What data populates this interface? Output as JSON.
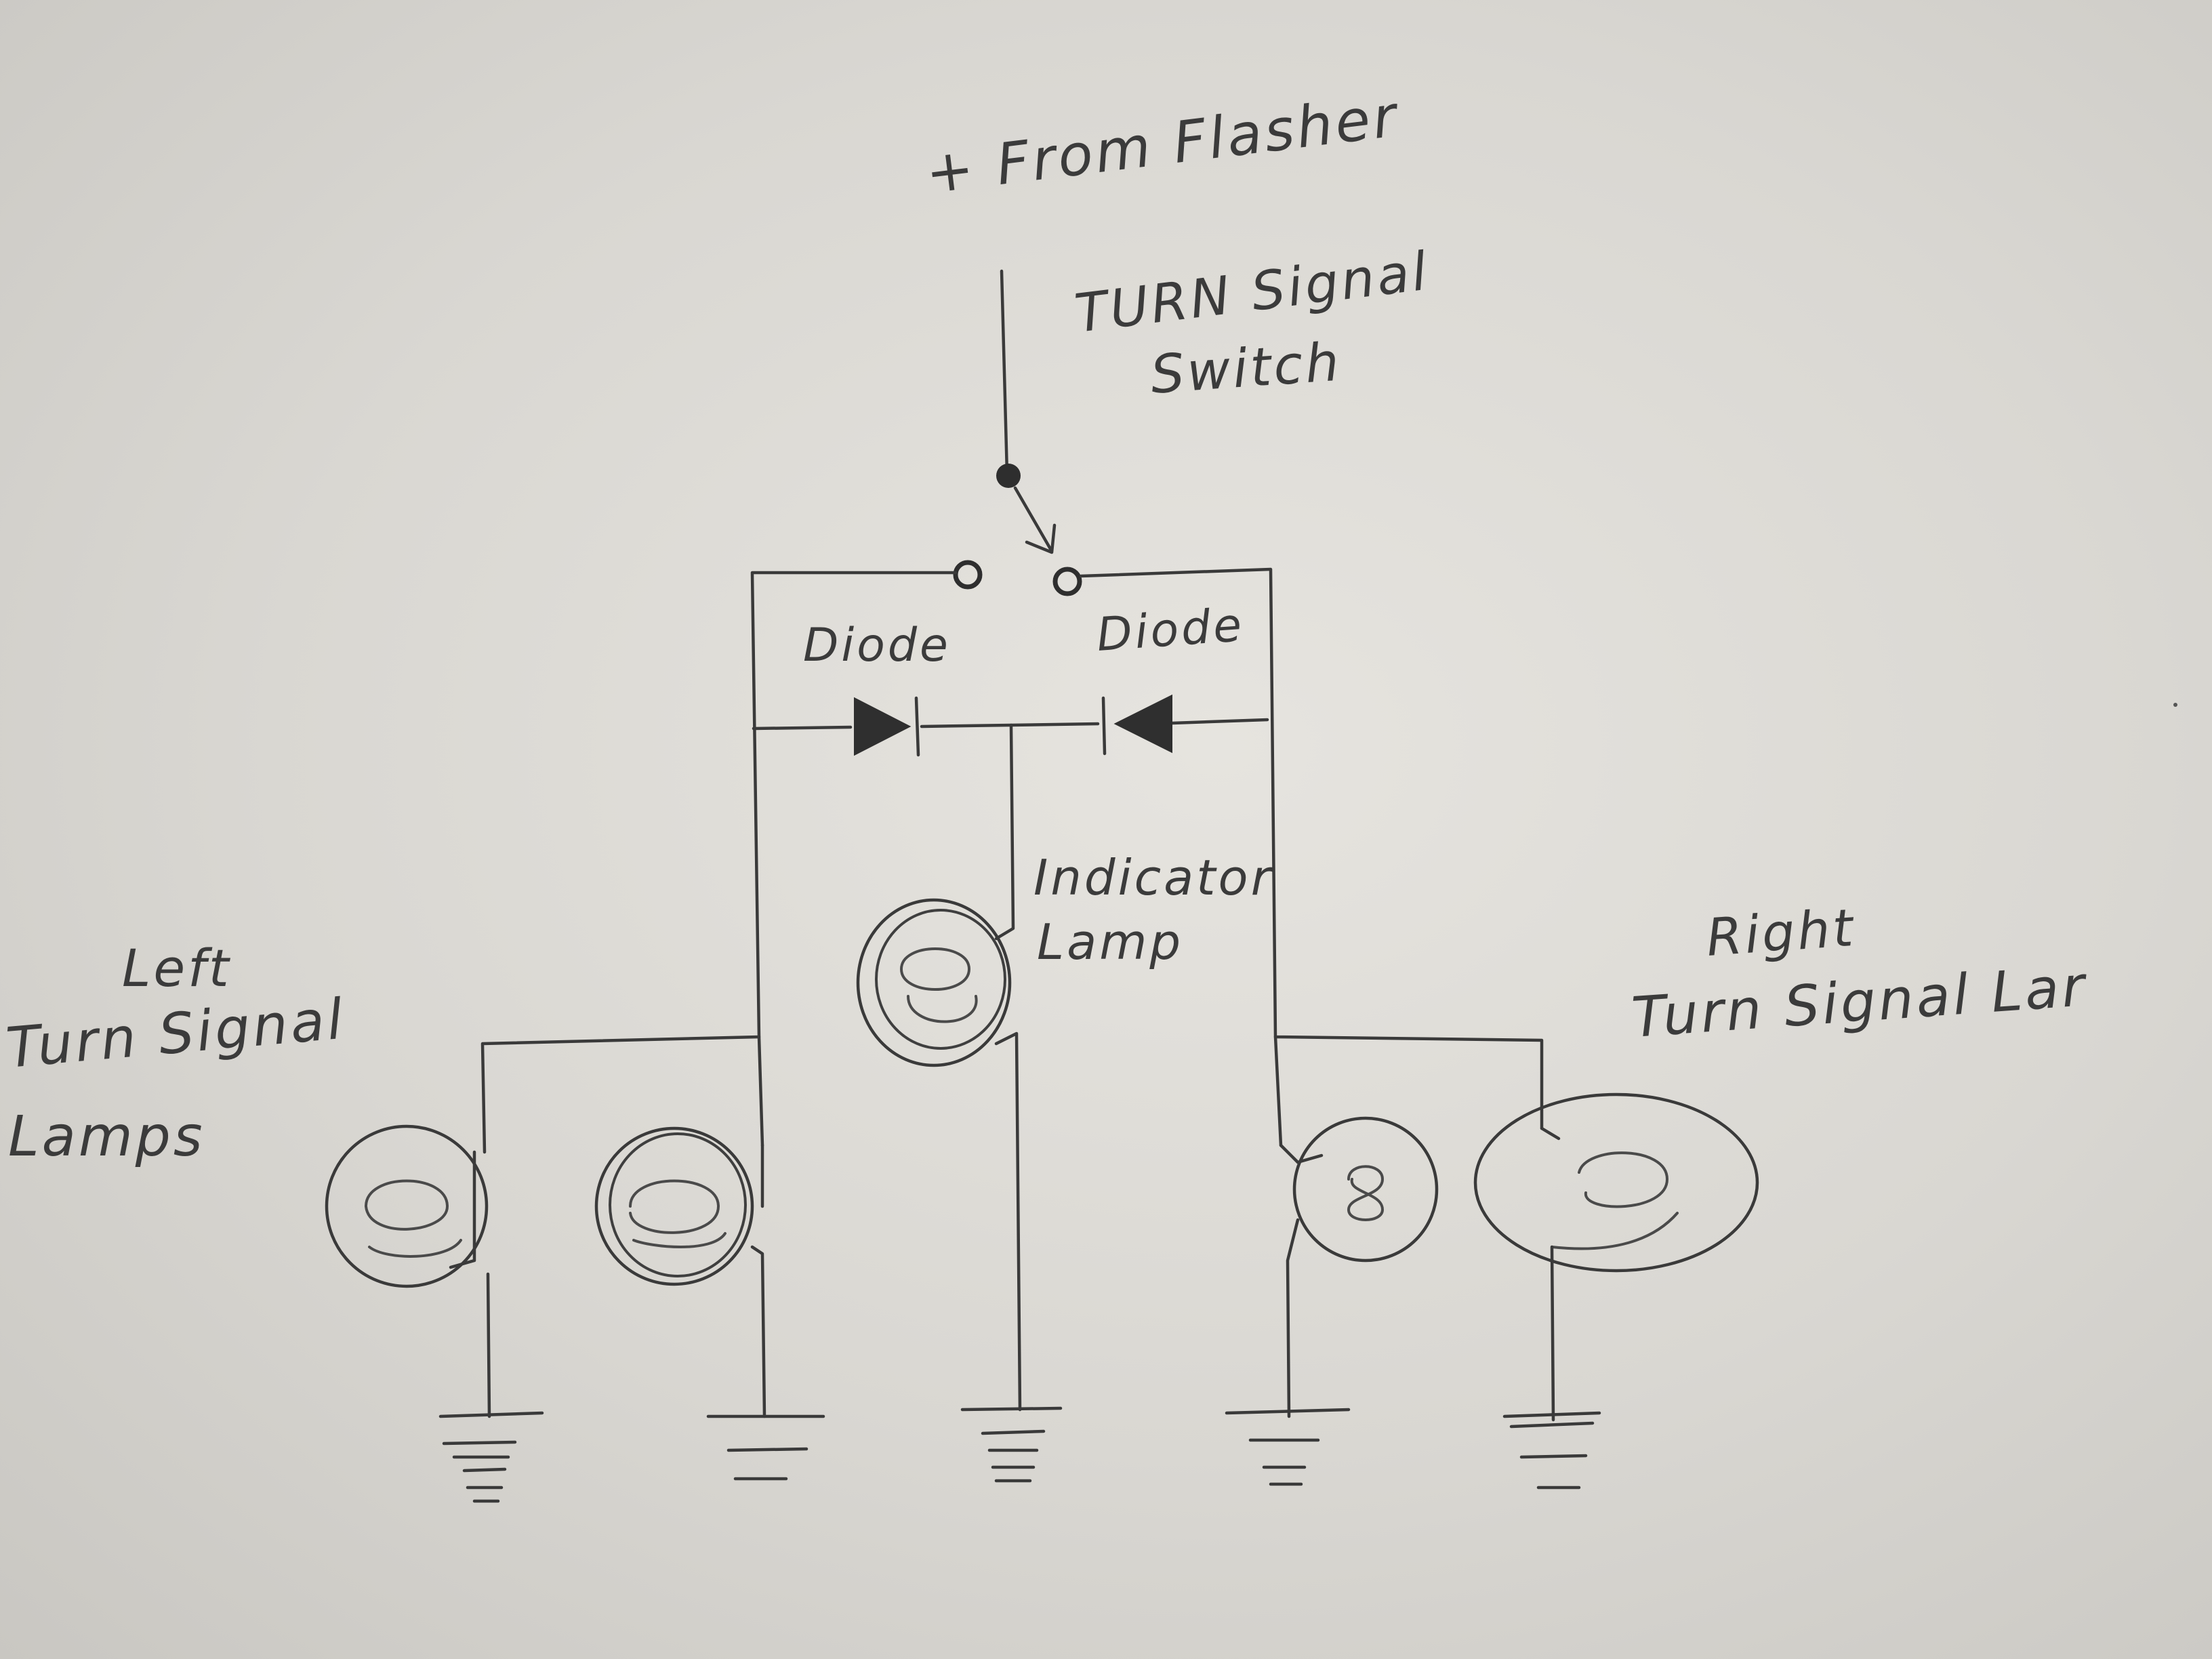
{
  "labels": {
    "source": "+ From Flasher",
    "switch_line1": "TURN Signal",
    "switch_line2": "Switch",
    "diode_left": "Diode",
    "diode_right": "Diode",
    "indicator_line1": "Indicator",
    "indicator_line2": "Lamp",
    "left_line1": "Left",
    "left_line2": "Turn Signal",
    "left_line3": "Lamps",
    "right_line1": "Right",
    "right_line2": "Turn Signal Lar"
  },
  "colors": {
    "paper": "#dedcd7",
    "pencil": "#3a3a3a"
  }
}
